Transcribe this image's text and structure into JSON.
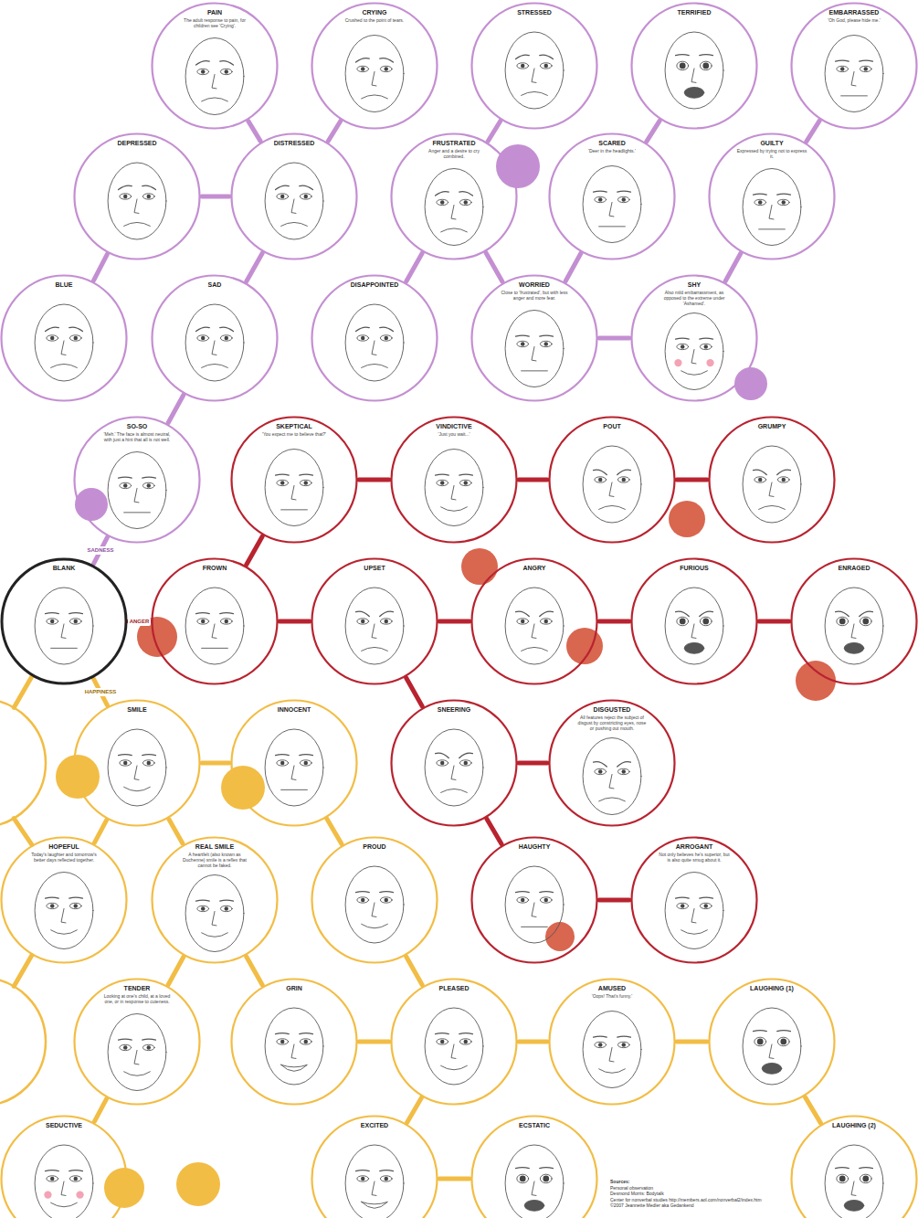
{
  "diagram": {
    "nodes": [
      {
        "text": [
          "PAIN",
          "The adult response to pain, for children see 'Crying'."
        ]
      },
      {
        "text": [
          "CRYING",
          "Crushed to the point of tears."
        ]
      },
      {
        "text": [
          "STRESSED"
        ]
      },
      {
        "text": [
          "TERRIFIED"
        ]
      },
      {
        "text": [
          "EMBARRASSED",
          "'Oh God, please hide me.'"
        ]
      },
      {
        "text": [
          "DEPRESSED"
        ]
      },
      {
        "text": [
          "DISTRESSED"
        ]
      },
      {
        "text": [
          "FRUSTRATED",
          "Anger and a desire to cry combined."
        ]
      },
      {
        "text": [
          "SCARED",
          "'Deer in the headlights.'"
        ]
      },
      {
        "text": [
          "GUILTY",
          "Expressed by trying not to express it."
        ]
      },
      {
        "text": [
          "BLUE"
        ]
      },
      {
        "text": [
          "SAD"
        ]
      },
      {
        "text": [
          "DISAPPOINTED"
        ]
      },
      {
        "text": [
          "WORRIED",
          "Close to 'frustrated', but with less anger and more fear."
        ]
      },
      {
        "text": [
          "SHY",
          "Also mild embarrassment, as opposed to the extreme under 'Ashamed'."
        ]
      },
      {
        "text": [
          "SO-SO",
          "'Meh.' The face is almost neutral, with just a hint that all is not well."
        ]
      },
      {
        "text": [
          "SKEPTICAL",
          "'You expect me to believe that?'"
        ]
      },
      {
        "text": [
          "VINDICTIVE",
          "'Just you wait...'"
        ]
      },
      {
        "text": [
          "POUT"
        ]
      },
      {
        "text": [
          "GRUMPY"
        ]
      },
      {
        "text": [
          "BLANK"
        ]
      },
      {
        "text": [
          "FROWN"
        ]
      },
      {
        "text": [
          "UPSET"
        ]
      },
      {
        "text": [
          "ANGRY"
        ]
      },
      {
        "text": [
          "FURIOUS"
        ]
      },
      {
        "text": [
          "ENRAGED"
        ]
      },
      {
        "text": [
          "SMILE"
        ]
      },
      {
        "text": [
          "INNOCENT"
        ]
      },
      {
        "text": [
          "SNEERING"
        ]
      },
      {
        "text": [
          "DISGUSTED",
          "All features reject the subject of disgust by constricting eyes, nose or pushing out mouth."
        ]
      },
      {
        "text": [
          "HOPEFUL",
          "Today's laughter and tomorrow's better days reflected together."
        ]
      },
      {
        "text": [
          "REAL SMILE",
          "A heartfelt (also known as Duchenne) smile is a reflex that cannot be faked."
        ]
      },
      {
        "text": [
          "PROUD"
        ]
      },
      {
        "text": [
          "HAUGHTY"
        ]
      },
      {
        "text": [
          "ARROGANT",
          "Not only believes he's superior, but is also quite smug about it."
        ]
      },
      {
        "text": [
          "TENDER",
          "Looking at one's child, at a loved one, or in response to cuteness."
        ]
      },
      {
        "text": [
          "GRIN"
        ]
      },
      {
        "text": [
          "PLEASED"
        ]
      },
      {
        "text": [
          "AMUSED",
          "'Oops! That's funny.'"
        ]
      },
      {
        "text": [
          "LAUGHING (1)"
        ]
      },
      {
        "text": [
          "SEDUCTIVE"
        ]
      },
      {
        "text": [
          "EXCITED"
        ]
      },
      {
        "text": [
          "ECSTATIC"
        ]
      },
      {
        "text": [
          "LAUGHING (2)"
        ]
      }
    ],
    "edges": [
      {
        "from": 0,
        "to": 6,
        "arrow": "none"
      },
      {
        "from": 1,
        "to": 6,
        "arrow": "none"
      },
      {
        "from": 2,
        "to": 7,
        "arrow": "none"
      },
      {
        "from": 3,
        "to": 8,
        "arrow": "none"
      },
      {
        "from": 4,
        "to": 9,
        "arrow": "none"
      },
      {
        "from": 5,
        "to": 6,
        "arrow": "none"
      },
      {
        "from": 5,
        "to": 10,
        "arrow": "none"
      },
      {
        "from": 6,
        "to": 11,
        "arrow": "none"
      },
      {
        "from": 7,
        "to": 12,
        "arrow": "none"
      },
      {
        "from": 7,
        "to": 13,
        "arrow": "none"
      },
      {
        "from": 8,
        "to": 13,
        "arrow": "none"
      },
      {
        "from": 13,
        "to": 14,
        "arrow": "none"
      },
      {
        "from": 9,
        "to": 14,
        "arrow": "none"
      },
      {
        "from": 11,
        "to": 15,
        "arrow": "none"
      },
      {
        "from": 15,
        "to": 20,
        "label": "SADNESS",
        "arrow": "none"
      },
      {
        "from": 20,
        "to": 21,
        "label": "ANGER",
        "arrow": "none"
      },
      {
        "from": 21,
        "to": 16,
        "arrow": "none"
      },
      {
        "from": 16,
        "to": 17,
        "arrow": "none"
      },
      {
        "from": 17,
        "to": 18,
        "arrow": "none"
      },
      {
        "from": 18,
        "to": 19,
        "arrow": "none"
      },
      {
        "from": 21,
        "to": 22,
        "arrow": "none"
      },
      {
        "from": 22,
        "to": 23,
        "arrow": "none"
      },
      {
        "from": 23,
        "to": 24,
        "arrow": "none"
      },
      {
        "from": 24,
        "to": 25,
        "arrow": "none"
      },
      {
        "from": 22,
        "to": 28,
        "arrow": "none"
      },
      {
        "from": 28,
        "to": 29,
        "arrow": "none"
      },
      {
        "from": 28,
        "to": 33,
        "arrow": "none"
      },
      {
        "from": 33,
        "to": 34,
        "arrow": "none"
      },
      {
        "from": 20,
        "to": 26,
        "label": "HAPPINESS",
        "arrow": "none"
      },
      {
        "from": 26,
        "to": 27,
        "arrow": "none"
      },
      {
        "from": 26,
        "to": 30,
        "arrow": "none"
      },
      {
        "from": 26,
        "to": 31,
        "arrow": "none"
      },
      {
        "from": 27,
        "to": 32,
        "arrow": "none"
      },
      {
        "from": 31,
        "to": 35,
        "arrow": "none"
      },
      {
        "from": 31,
        "to": 36,
        "arrow": "none"
      },
      {
        "from": 32,
        "to": 37,
        "arrow": "none"
      },
      {
        "from": 36,
        "to": 37,
        "arrow": "none"
      },
      {
        "from": 37,
        "to": 38,
        "arrow": "none"
      },
      {
        "from": 38,
        "to": 39,
        "arrow": "none"
      },
      {
        "from": 35,
        "to": 40,
        "arrow": "none"
      },
      {
        "from": 37,
        "to": 41,
        "arrow": "none"
      },
      {
        "from": 41,
        "to": 42,
        "arrow": "none"
      },
      {
        "from": 39,
        "to": 43,
        "arrow": "none"
      }
    ],
    "labels": [
      "Sources:",
      "Personal observation",
      "Desmond Morris: Bodytalk",
      "Center for nonverbal studies http://members.aol.com/nonverbal2/index.htm",
      "©2007 Jeannette Medler aka Gedankend"
    ]
  }
}
